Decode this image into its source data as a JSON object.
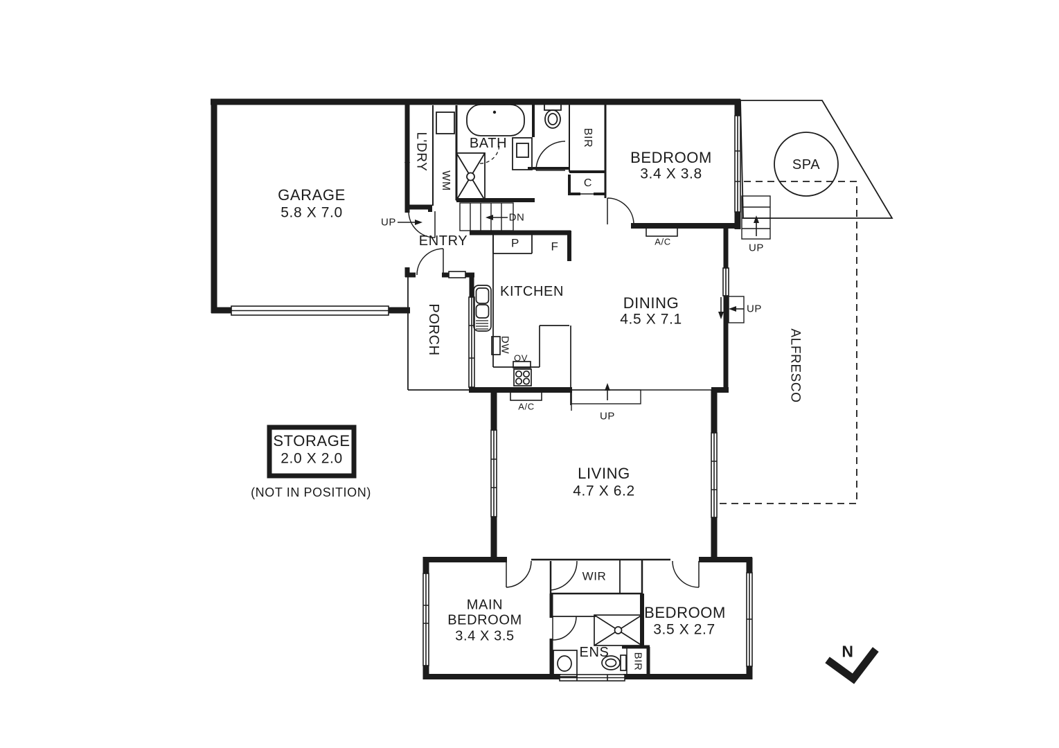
{
  "plan": {
    "rooms": {
      "garage": {
        "label": "GARAGE",
        "dims": "5.8 X 7.0"
      },
      "laundry": {
        "label": "L'DRY"
      },
      "bath": {
        "label": "BATH"
      },
      "bedroom_top": {
        "label": "BEDROOM",
        "dims": "3.4 X 3.8"
      },
      "spa": {
        "label": "SPA"
      },
      "entry": {
        "label": "ENTRY"
      },
      "kitchen": {
        "label": "KITCHEN"
      },
      "dining": {
        "label": "DINING",
        "dims": "4.5 X 7.1"
      },
      "porch": {
        "label": "PORCH"
      },
      "alfresco": {
        "label": "ALFRESCO"
      },
      "storage": {
        "label": "STORAGE",
        "dims": "2.0 X 2.0",
        "note": "(NOT IN POSITION)"
      },
      "living": {
        "label": "LIVING",
        "dims": "4.7 X 6.2"
      },
      "main_bedroom": {
        "label": "MAIN BEDROOM",
        "dims": "3.4 X 3.5"
      },
      "wir": {
        "label": "WIR"
      },
      "ens": {
        "label": "ENS"
      },
      "bedroom_bottom": {
        "label": "BEDROOM",
        "dims": "3.5 X 2.7"
      }
    },
    "fixtures": {
      "washing_machine": "WM",
      "pantry": "P",
      "fridge": "F",
      "cupboard": "C",
      "dishwasher": "DW",
      "oven": "OV",
      "bir_top": "BIR",
      "bir_bottom": "BIR",
      "ac_bedroom": "A/C",
      "ac_kitchen": "A/C"
    },
    "stairs": {
      "up_garage": "UP",
      "dn_hall": "DN",
      "up_rear": "UP",
      "up_side": "UP",
      "up_living": "UP"
    },
    "compass": {
      "north": "N"
    },
    "colors": {
      "wall": "#1c1c1c",
      "background": "#ffffff"
    }
  }
}
